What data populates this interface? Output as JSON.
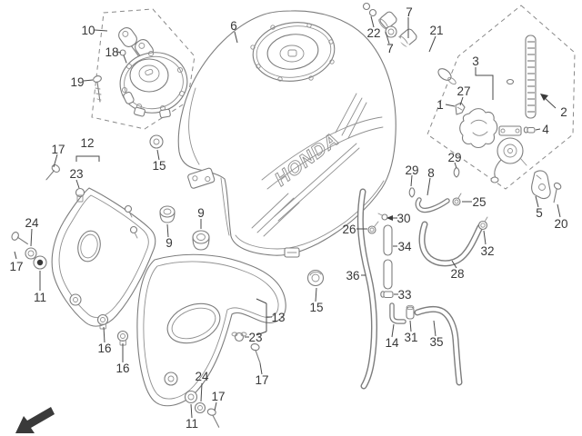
{
  "diagram": {
    "tank_logo": "HONDA",
    "callouts": [
      "10",
      "18",
      "19",
      "6",
      "22",
      "7",
      "7",
      "21",
      "3",
      "27",
      "1",
      "2",
      "4",
      "29",
      "29",
      "8",
      "25",
      "5",
      "20",
      "30",
      "26",
      "34",
      "32",
      "28",
      "36",
      "33",
      "14",
      "31",
      "35",
      "17",
      "12",
      "23",
      "24",
      "17",
      "11",
      "15",
      "9",
      "9",
      "16",
      "16",
      "13",
      "15",
      "23",
      "17",
      "24",
      "17",
      "11"
    ],
    "icons": {
      "direction_arrow": "arrow-pointing-lower-left"
    },
    "colors": {
      "background": "#ffffff",
      "line": "#7d7d7d",
      "label": "#383838",
      "arrow": "#3a3a3a"
    }
  }
}
